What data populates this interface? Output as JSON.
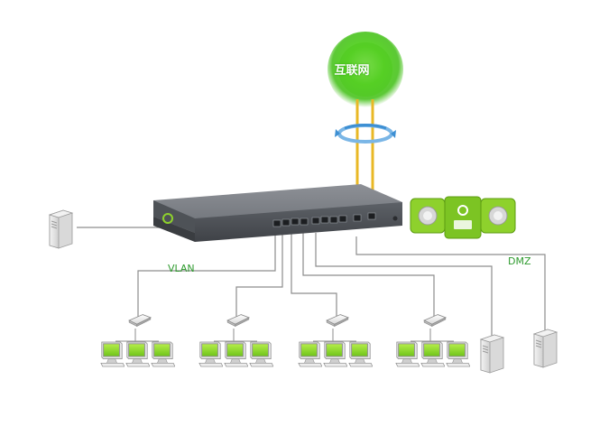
{
  "labels": {
    "internet": "互联网",
    "vlan": "VLAN",
    "dmz": "DMZ"
  },
  "icons": {
    "cloud": "internet-globe",
    "refresh": "circular-arrows",
    "router": "network-router",
    "ap": "wifi-access-point",
    "server": "server-tower",
    "switch": "network-switch",
    "pc": "desktop-computer"
  },
  "colors": {
    "internet_glow": "#5bd42a",
    "uplink": "#f0c233",
    "accent_green": "#8ed12c",
    "label_green": "#2e9b2e",
    "lines": "#8a8a8a",
    "router_body": "#6b6f75"
  }
}
